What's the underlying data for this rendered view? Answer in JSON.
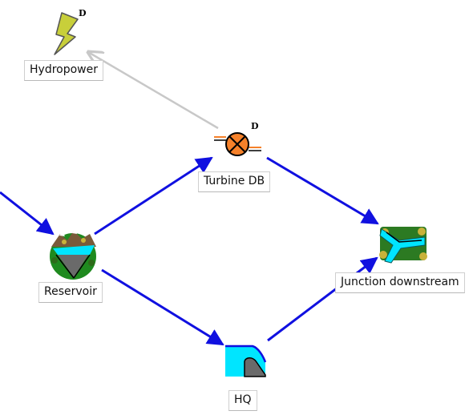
{
  "nodes": {
    "hydropower": {
      "label": "Hydropower",
      "badge": "D"
    },
    "turbine": {
      "label": "Turbine DB",
      "badge": "D"
    },
    "reservoir": {
      "label": "Reservoir"
    },
    "junction": {
      "label": "Junction downstream"
    },
    "hq": {
      "label": "HQ"
    }
  },
  "colors": {
    "flow_edge": "#1010e0",
    "signal_edge": "#c8c8c8",
    "water": "#00e5ff",
    "turbine_orange": "#f5812a",
    "lightning": "#c8cf3a",
    "forest_green": "#1f8a1f",
    "rock_gray": "#6a6a6a"
  },
  "icons": {
    "hydropower": "lightning-bolt-icon",
    "turbine": "turbine-icon",
    "reservoir": "reservoir-icon",
    "junction": "river-junction-icon",
    "hq": "weir-hq-icon"
  }
}
